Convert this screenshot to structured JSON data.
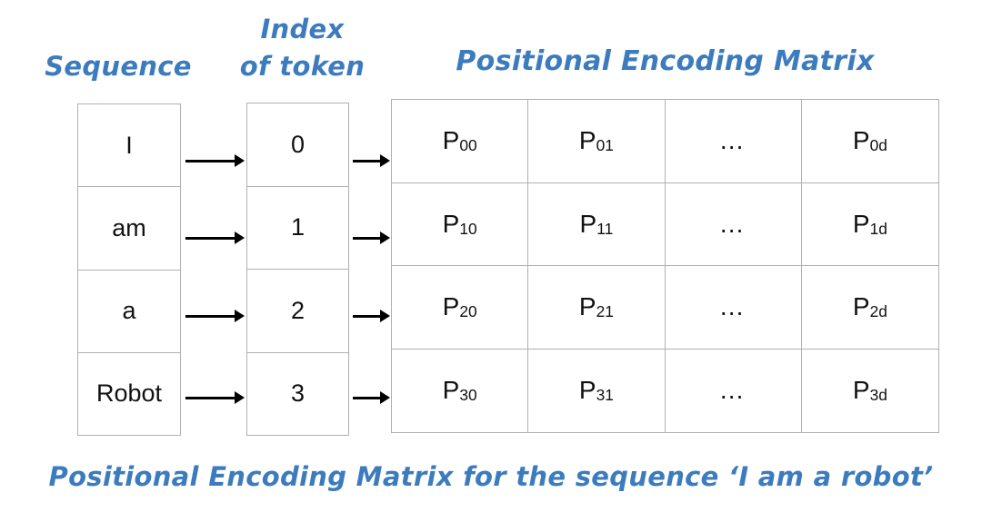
{
  "colors": {
    "accent": "#3c7cbe",
    "border": "#b0b0b0",
    "cell_text": "#111111",
    "arrow": "#000000"
  },
  "labels": {
    "sequence": "Sequence",
    "index_line1": "Index",
    "index_line2": "of token",
    "matrix_title": "Positional Encoding Matrix",
    "caption": "Positional Encoding Matrix for the sequence ‘I am a robot’"
  },
  "sequence_tokens": [
    "I",
    "am",
    "a",
    "Robot"
  ],
  "token_indices": [
    "0",
    "1",
    "2",
    "3"
  ],
  "matrix_cells": [
    [
      {
        "base": "P",
        "sub": "00"
      },
      {
        "base": "P",
        "sub": "01"
      },
      {
        "base": "…",
        "sub": ""
      },
      {
        "base": "P",
        "sub": "0d"
      }
    ],
    [
      {
        "base": "P",
        "sub": "10"
      },
      {
        "base": "P",
        "sub": "11"
      },
      {
        "base": "…",
        "sub": ""
      },
      {
        "base": "P",
        "sub": "1d"
      }
    ],
    [
      {
        "base": "P",
        "sub": "20"
      },
      {
        "base": "P",
        "sub": "21"
      },
      {
        "base": "…",
        "sub": ""
      },
      {
        "base": "P",
        "sub": "2d"
      }
    ],
    [
      {
        "base": "P",
        "sub": "30"
      },
      {
        "base": "P",
        "sub": "31"
      },
      {
        "base": "…",
        "sub": ""
      },
      {
        "base": "P",
        "sub": "3d"
      }
    ]
  ]
}
